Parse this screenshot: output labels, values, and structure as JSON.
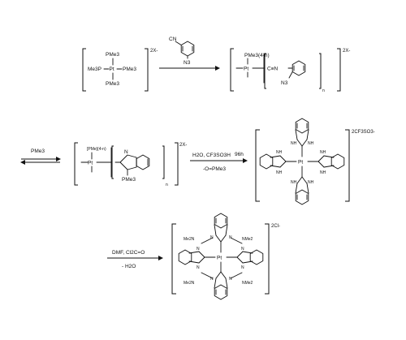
{
  "reagents": {
    "aryl_azide_cn": "CN",
    "aryl_azide_n3": "N3",
    "pme3_reagent": "PMe3"
  },
  "compound_1": {
    "ligand_top": "PMe3",
    "ligand_bottom": "PMe3",
    "ligand_left": "Me3P",
    "ligand_right": "PMe3",
    "metal": "Pt",
    "counterion": "2X-"
  },
  "compound_2": {
    "ligand": "PMe3(4-n)",
    "metal": "Pt",
    "nitrile": "C≡N",
    "azide": "N3",
    "subscript_n": "n",
    "counterion": "2X-"
  },
  "compound_3": {
    "ligand": "[PMe](4-n)",
    "metal": "Pt",
    "nh_ylide": "PMe3",
    "ring_n": "N",
    "subscript_n": "n",
    "counterion": "2X-"
  },
  "step_3": {
    "conditions_above": "H2O, CF3SO3H",
    "conditions_below": "-O=PMe3",
    "time": "96h"
  },
  "compound_4": {
    "metal": "Pt",
    "nh": "NH",
    "counterion": "2CF3SO3-"
  },
  "step_4": {
    "conditions_above": "DMF, Cl2C=O",
    "conditions_below": "- H2O"
  },
  "compound_5": {
    "metal": "Pt",
    "n": "N",
    "nme2": "NMe2",
    "me2n": "Me2N",
    "counterion": "2Cl-"
  }
}
